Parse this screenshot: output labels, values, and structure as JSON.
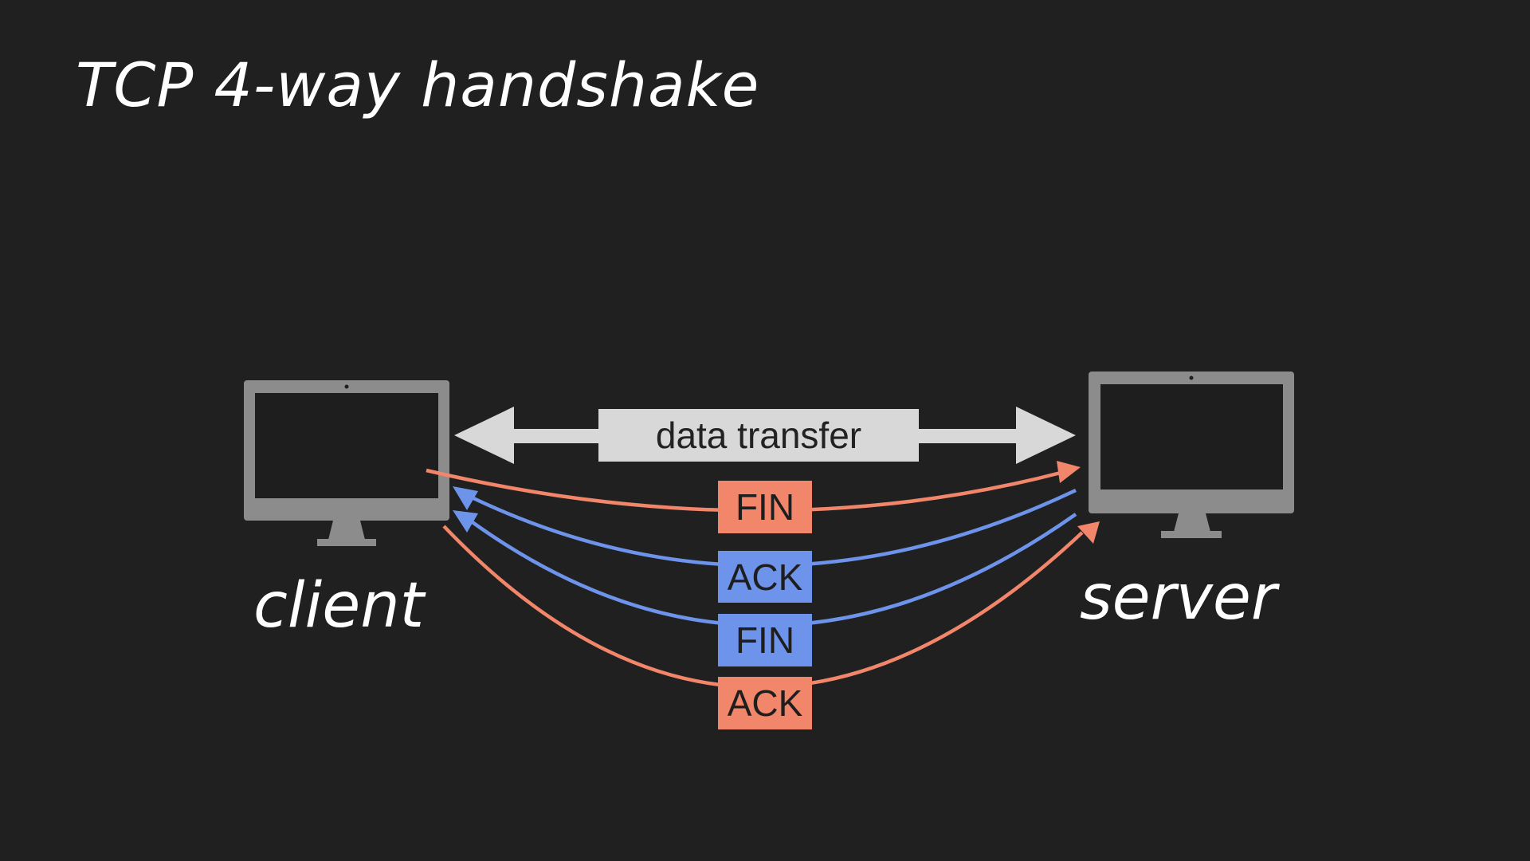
{
  "title": "TCP 4-way handshake",
  "client": {
    "label": "client"
  },
  "server": {
    "label": "server"
  },
  "data_transfer": {
    "label": "data transfer"
  },
  "messages": [
    {
      "label": "FIN",
      "direction": "client-to-server",
      "color": "#f2866a"
    },
    {
      "label": "ACK",
      "direction": "server-to-client",
      "color": "#6e93ea"
    },
    {
      "label": "FIN",
      "direction": "server-to-client",
      "color": "#6e93ea"
    },
    {
      "label": "ACK",
      "direction": "client-to-server",
      "color": "#f2866a"
    }
  ],
  "colors": {
    "background": "#202020",
    "monitor": "#8c8c8c",
    "screen": "#1e1e1e",
    "transfer_arrow": "#d8d8d8",
    "client_side": "#f2866a",
    "server_side": "#6e93ea"
  }
}
